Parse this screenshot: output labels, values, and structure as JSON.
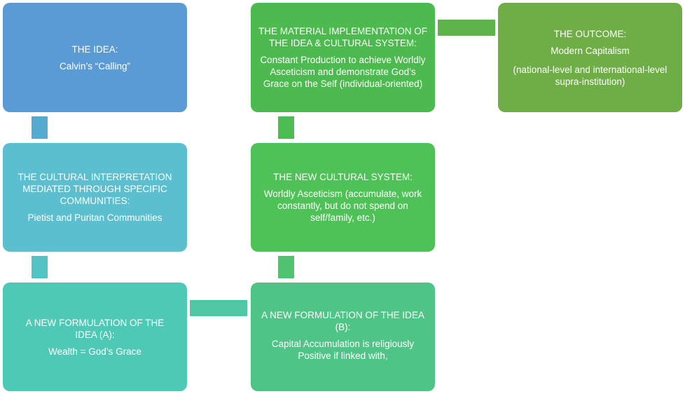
{
  "boxes": {
    "idea": {
      "title": "THE IDEA:",
      "body": "Calvin’s “Calling”",
      "color": "#5b9bd5"
    },
    "interpretation": {
      "title": "THE CULTURAL INTERPRETATION MEDIATED THROUGH SPECIFIC COMMUNITIES:",
      "body": "Pietist and Puritan Communities",
      "color": "#5bbfcf"
    },
    "formulation_a": {
      "title": "A NEW FORMULATION OF THE IDEA (A):",
      "body": "Wealth = God’s Grace",
      "color": "#4ec9b6"
    },
    "material": {
      "title": "THE MATERIAL IMPLEMENTATION OF THE IDEA & CULTURAL SYSTEM:",
      "body": "Constant Production to achieve Worldly Asceticism and demonstrate God’s Grace on the Self  (individual-oriented)",
      "color": "#4cba4e"
    },
    "new_cultural_system": {
      "title": "THE NEW CULTURAL SYSTEM:",
      "body": "Worldly Asceticism (accumulate, work constantly, but do not spend on self/family, etc.)",
      "color": "#4fc257"
    },
    "formulation_b": {
      "title": "A NEW FORMULATION OF THE IDEA (B):",
      "body": "Capital Accumulation is religiously Positive if linked with,",
      "color": "#4fc487"
    },
    "outcome": {
      "title": "THE OUTCOME:",
      "body": "Modern Capitalism",
      "note": "(national-level and international-level supra-institution)",
      "color": "#6fad46"
    }
  }
}
